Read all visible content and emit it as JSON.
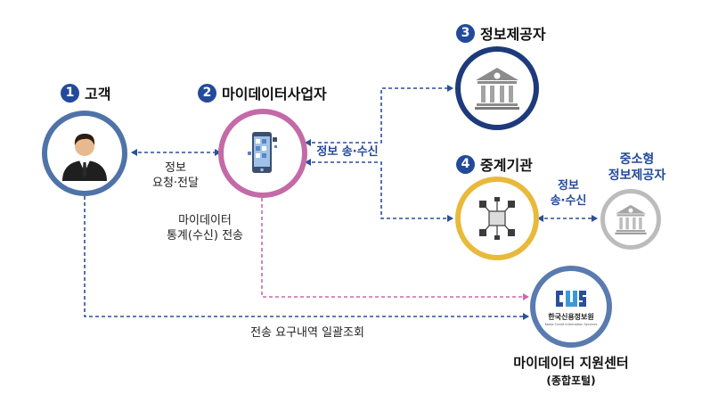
{
  "nodes": {
    "customer": {
      "num": "1",
      "label": "고객"
    },
    "mydata_operator": {
      "num": "2",
      "label": "마이데이터사업자"
    },
    "info_provider": {
      "num": "3",
      "label": "정보제공자"
    },
    "broker": {
      "num": "4",
      "label": "중계기관"
    },
    "sme_provider": {
      "line1": "중소형",
      "line2": "정보제공자"
    },
    "support_center": {
      "logo_text": "한국신용정보원",
      "logo_subtext": "Korea Credit Information Services",
      "title": "마이데이터 지원센터",
      "subtitle": "(종합포털)"
    }
  },
  "edges": {
    "request_line1": "정보",
    "request_line2": "요청·전달",
    "exchange": "정보 송·수신",
    "sme_line1": "정보",
    "sme_line2": "송·수신",
    "stats_line1": "마이데이터",
    "stats_line2": "통계(수신) 전송",
    "inquiry": "전송 요구내역 일괄조회"
  },
  "colors": {
    "customer_ring": "#4f73a8",
    "operator_ring": "#c46aa6",
    "provider_ring": "#1e3a7b",
    "broker_ring": "#e8b93b",
    "sme_ring": "#bcbcbc",
    "center_ring": "#5a7bb0",
    "blue_arrow": "#2a4f9a",
    "pink_arrow": "#c96aa6",
    "label_blue": "#234a9a"
  }
}
